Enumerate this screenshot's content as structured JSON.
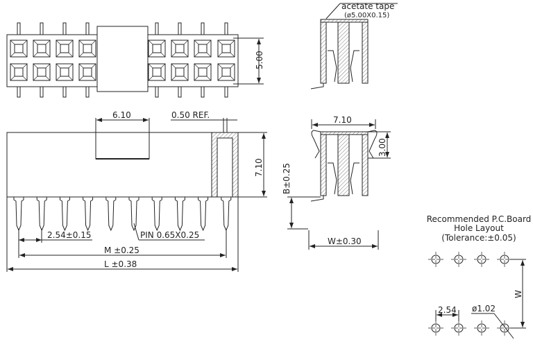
{
  "top_view": {
    "dim_height": "5.00"
  },
  "side_view": {
    "dim_cover_width": "6.10",
    "dim_ref": "0.50  REF.",
    "dim_height": "7.10",
    "dim_pitch": "2.54±0.15",
    "pin_label": "PIN  0.65X0.25",
    "dim_m": "M  ±0.25",
    "dim_l": "L  ±0.38"
  },
  "section_view": {
    "tape_label": "acetate  tape",
    "tape_spec": "(ø5.00X0.15)",
    "dim_width": "7.10",
    "dim_3": "3.00",
    "dim_b": "B±0.25",
    "dim_w": "W±0.30"
  },
  "pcb_layout": {
    "title_line1": "Recommended  P.C.Board",
    "title_line2": "Hole  Layout",
    "title_line3": "(Tolerance:±0.05)",
    "dim_pitch": "2.54",
    "dim_hole": "ø1.02",
    "dim_w": "W"
  }
}
